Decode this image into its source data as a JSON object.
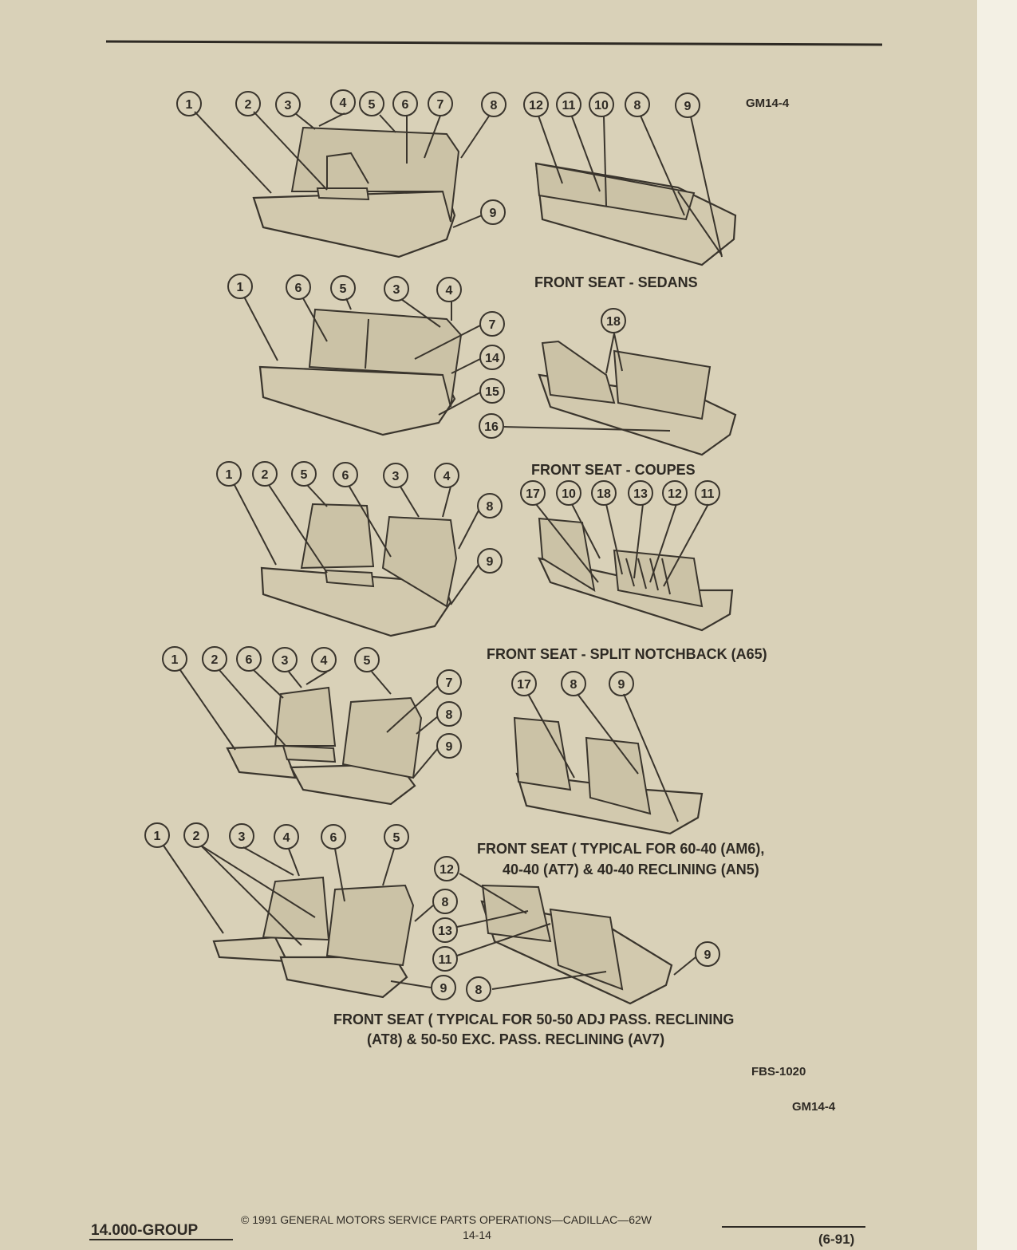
{
  "header_code": "GM14-4",
  "captions": {
    "sedans": "FRONT SEAT - SEDANS",
    "coupes": "FRONT SEAT - COUPES",
    "split": "FRONT SEAT - SPLIT NOTCHBACK (A65)",
    "typical_6040_l1": "FRONT SEAT ( TYPICAL FOR 60-40 (AM6),",
    "typical_6040_l2": "40-40 (AT7) & 40-40 RECLINING (AN5)",
    "typical_5050_l1": "FRONT SEAT ( TYPICAL FOR 50-50 ADJ PASS. RECLINING",
    "typical_5050_l2": "(AT8) & 50-50 EXC. PASS. RECLINING (AV7)"
  },
  "fig_code": "FBS-1020",
  "fig_code2": "GM14-4",
  "footer": {
    "group": "14.000-GROUP",
    "copyright": "©  1991  GENERAL MOTORS SERVICE PARTS OPERATIONS—CADILLAC—62W",
    "page": "14-14",
    "date": "(6-91)"
  },
  "callouts": {
    "r1": [
      "1",
      "2",
      "3",
      "4",
      "5",
      "6",
      "7",
      "8",
      "12",
      "11",
      "10",
      "8",
      "9",
      "9"
    ],
    "r2": [
      "1",
      "6",
      "5",
      "3",
      "4",
      "7",
      "14",
      "15",
      "18",
      "16"
    ],
    "r3": [
      "1",
      "2",
      "5",
      "6",
      "3",
      "4",
      "8",
      "9",
      "17",
      "10",
      "18",
      "13",
      "12",
      "11"
    ],
    "r4": [
      "1",
      "2",
      "6",
      "3",
      "4",
      "5",
      "7",
      "8",
      "9",
      "17",
      "8",
      "9"
    ],
    "r5": [
      "1",
      "2",
      "3",
      "4",
      "6",
      "5",
      "8",
      "12",
      "13",
      "11",
      "9",
      "8",
      "9"
    ]
  }
}
